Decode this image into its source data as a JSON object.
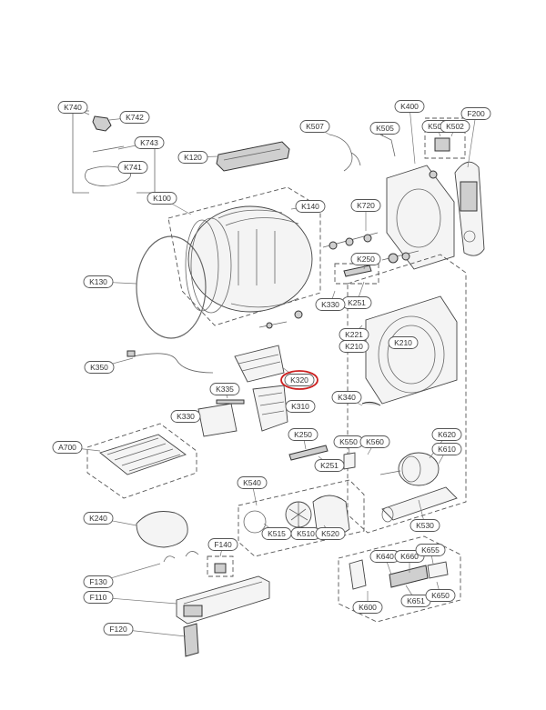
{
  "labels": [
    {
      "code": "K740"
    },
    {
      "code": "K742"
    },
    {
      "code": "K743"
    },
    {
      "code": "K741"
    },
    {
      "code": "K120"
    },
    {
      "code": "K100"
    },
    {
      "code": "K140"
    },
    {
      "code": "K130"
    },
    {
      "code": "K507"
    },
    {
      "code": "K505"
    },
    {
      "code": "K400"
    },
    {
      "code": "K509"
    },
    {
      "code": "K502"
    },
    {
      "code": "F200"
    },
    {
      "code": "K720"
    },
    {
      "code": "K250"
    },
    {
      "code": "K251"
    },
    {
      "code": "K330"
    },
    {
      "code": "K221"
    },
    {
      "code": "K210"
    },
    {
      "code": "K210"
    },
    {
      "code": "K350"
    },
    {
      "code": "K320"
    },
    {
      "code": "K335"
    },
    {
      "code": "K310"
    },
    {
      "code": "K340"
    },
    {
      "code": "K330"
    },
    {
      "code": "K250"
    },
    {
      "code": "K550"
    },
    {
      "code": "K560"
    },
    {
      "code": "K620"
    },
    {
      "code": "K610"
    },
    {
      "code": "A700"
    },
    {
      "code": "K251"
    },
    {
      "code": "K540"
    },
    {
      "code": "K240"
    },
    {
      "code": "K515"
    },
    {
      "code": "K510"
    },
    {
      "code": "K520"
    },
    {
      "code": "K530"
    },
    {
      "code": "F140"
    },
    {
      "code": "K640"
    },
    {
      "code": "K660"
    },
    {
      "code": "K655"
    },
    {
      "code": "F130"
    },
    {
      "code": "F110"
    },
    {
      "code": "K651"
    },
    {
      "code": "K650"
    },
    {
      "code": "K600"
    },
    {
      "code": "F120"
    }
  ],
  "highlight_color": "#cc1f1f"
}
